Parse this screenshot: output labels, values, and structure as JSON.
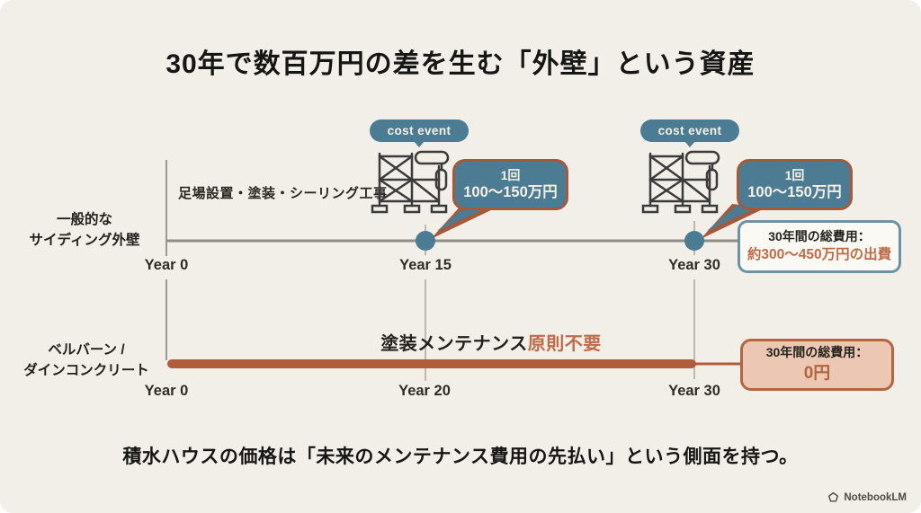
{
  "page": {
    "title": "30年で数百万円の差を生む「外壁」という資産",
    "tagline": "積水ハウスの価格は「未来のメンテナンス費用の先払い」という側面を持つ。",
    "watermark": "NotebookLM"
  },
  "colors": {
    "background": "#f2efe8",
    "teal": "#4c7c94",
    "rust_bar": "#b15c3b",
    "salmon_text": "#bf6b4a",
    "timeline_gray": "#8f8d86"
  },
  "row_siding": {
    "label_line1": "一般的な",
    "label_line2": "サイディング外壁",
    "work_note": "足場設置・塗装・シーリング工事",
    "years": [
      "Year 0",
      "Year 15",
      "Year 30"
    ],
    "events": [
      {
        "badge": "cost event",
        "cost_line1": "1回",
        "cost_line2": "100〜150万円",
        "at_year": "Year 15"
      },
      {
        "badge": "cost event",
        "cost_line1": "1回",
        "cost_line2": "100〜150万円",
        "at_year": "Year 30"
      }
    ],
    "summary": {
      "title": "30年間の総費用：",
      "value": "約300〜450万円の出費"
    }
  },
  "row_bellburn": {
    "label_line1": "ベルバーン /",
    "label_line2": "ダインコンクリート",
    "maintenance_text": "塗装メンテナンス",
    "maintenance_highlight": "原則不要",
    "years": [
      "Year 0",
      "Year 20",
      "Year 30"
    ],
    "summary": {
      "title": "30年間の総費用：",
      "value": "0円"
    }
  }
}
